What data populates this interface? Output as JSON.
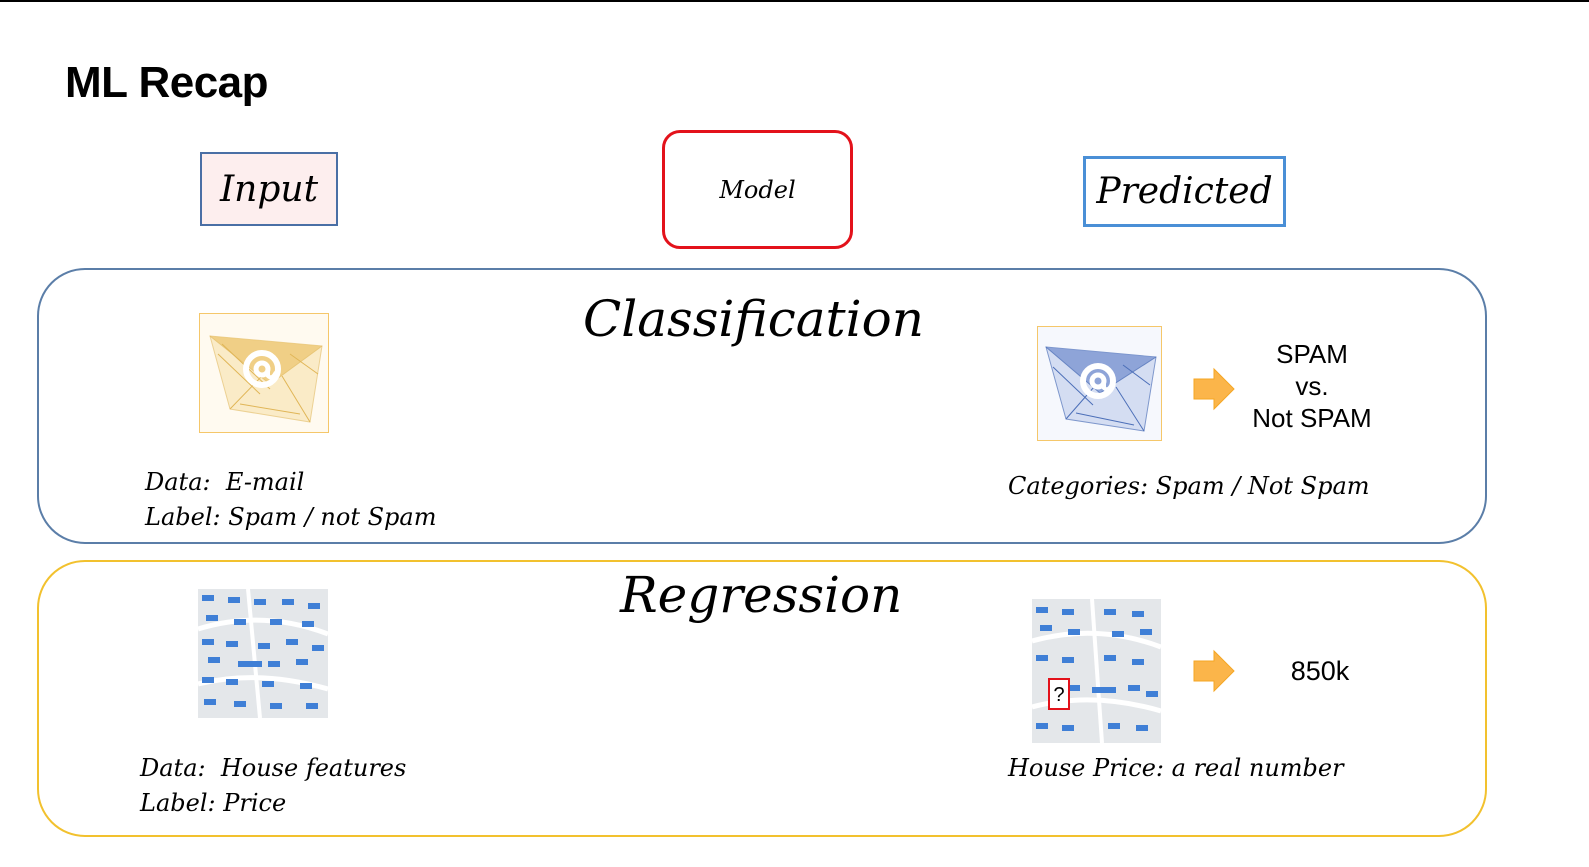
{
  "slide": {
    "title": "ML Recap"
  },
  "headers": {
    "input": "Input",
    "model": "Model",
    "predicted": "Predicted"
  },
  "classification": {
    "title": "Classification",
    "data_label": "Data:  E-mail",
    "label_label": "Label: Spam / not Spam",
    "categories_label": "Categories: Spam / Not Spam",
    "output_lines": [
      "SPAM",
      "vs.",
      "Not SPAM"
    ],
    "icon_input": "email-at-icon",
    "icon_output": "email-at-icon"
  },
  "regression": {
    "title": "Regression",
    "data_label": "Data:  House features",
    "label_label": "Label: Price",
    "price_label": "House Price: a real number",
    "output_value": "850k",
    "unknown_marker": "?"
  },
  "colors": {
    "model_border": "#e3121b",
    "predicted_border": "#4a8fd6",
    "classification_border": "#5b7ea8",
    "regression_border": "#f2c12e",
    "arrow": "#fbb54a",
    "input_fill": "#fdeeee"
  }
}
